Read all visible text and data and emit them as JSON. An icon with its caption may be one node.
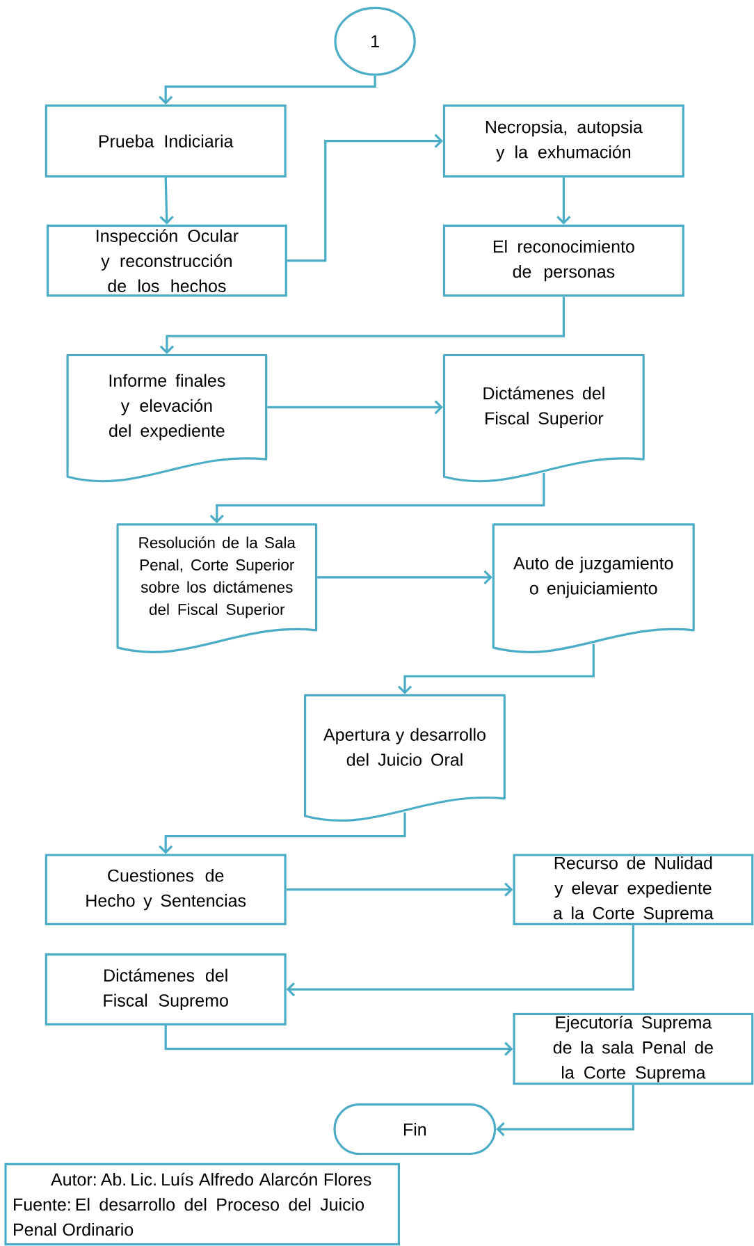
{
  "diagram": {
    "nodes": [
      {
        "text": [
          "1"
        ]
      },
      {
        "text": [
          "Prueba Indiciaria"
        ]
      },
      {
        "text": [
          "Inspección Ocular y reconstrucción de los hechos"
        ]
      },
      {
        "text": [
          "Necropsia, autopsia y la exhumación"
        ]
      },
      {
        "text": [
          "El reconocimiento de personas"
        ]
      },
      {
        "text": [
          "Informe finales y elevación del expediente"
        ]
      },
      {
        "text": [
          "Dictámenes del Fiscal Superior"
        ]
      },
      {
        "text": [
          "Resolución de la Sala Penal, Corte Superior sobre los dictámenes del Fiscal Superior"
        ]
      },
      {
        "text": [
          "Auto de juzgamiento o enjuiciamiento"
        ]
      },
      {
        "text": [
          "Apertura y desarrollo del Juicio Oral"
        ]
      },
      {
        "text": [
          "Cuestiones de Hecho y Sentencias"
        ]
      },
      {
        "text": [
          "Recurso de Nulidad y elevar expediente a la Corte Suprema"
        ]
      },
      {
        "text": [
          "Dictámenes del Fiscal Supremo"
        ]
      },
      {
        "text": [
          "Ejecutoría Suprema de la sala Penal de la Corte Suprema"
        ]
      },
      {
        "text": [
          "Fin"
        ]
      },
      {
        "text": [
          "Autor: Ab. Lic. Luís Alfredo Alarcón Flores",
          "Fuente: El desarrollo del Proceso del Juicio Penal Ordinario"
        ]
      }
    ],
    "edges": [
      {
        "from": 0,
        "to": 1,
        "arrow": "to"
      },
      {
        "from": 1,
        "to": 2,
        "arrow": "to"
      },
      {
        "from": 2,
        "to": 3,
        "arrow": "to"
      },
      {
        "from": 3,
        "to": 4,
        "arrow": "to"
      },
      {
        "from": 4,
        "to": 5,
        "arrow": "to"
      },
      {
        "from": 5,
        "to": 6,
        "arrow": "to"
      },
      {
        "from": 6,
        "to": 7,
        "arrow": "to"
      },
      {
        "from": 7,
        "to": 8,
        "arrow": "to"
      },
      {
        "from": 8,
        "to": 9,
        "arrow": "to"
      },
      {
        "from": 9,
        "to": 10,
        "arrow": "to"
      },
      {
        "from": 10,
        "to": 11,
        "arrow": "to"
      },
      {
        "from": 11,
        "to": 12,
        "arrow": "to"
      },
      {
        "from": 12,
        "to": 13,
        "arrow": "to"
      },
      {
        "from": 13,
        "to": 14,
        "arrow": "to"
      }
    ]
  }
}
